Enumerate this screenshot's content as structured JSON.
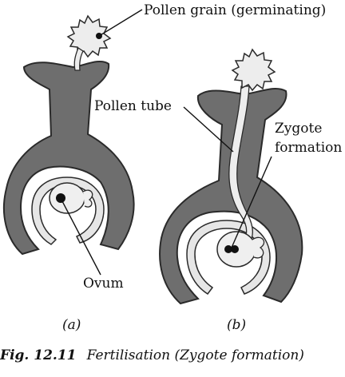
{
  "labels": {
    "pollen_grain": "Pollen grain (germinating)",
    "pollen_tube": "Pollen tube",
    "zygote_line1": "Zygote",
    "zygote_line2": "formation",
    "ovum": "Ovum"
  },
  "subfigures": {
    "a": "(a)",
    "b": "(b)"
  },
  "caption": {
    "number": "Fig. 12.11",
    "text": "Fertilisation (Zygote formation)"
  },
  "colors": {
    "tissue": "#6e6e6e",
    "cavity": "#e6e6e6",
    "outline": "#2a2a2a",
    "pollen": "#ededed",
    "nucleus": "#111111"
  }
}
